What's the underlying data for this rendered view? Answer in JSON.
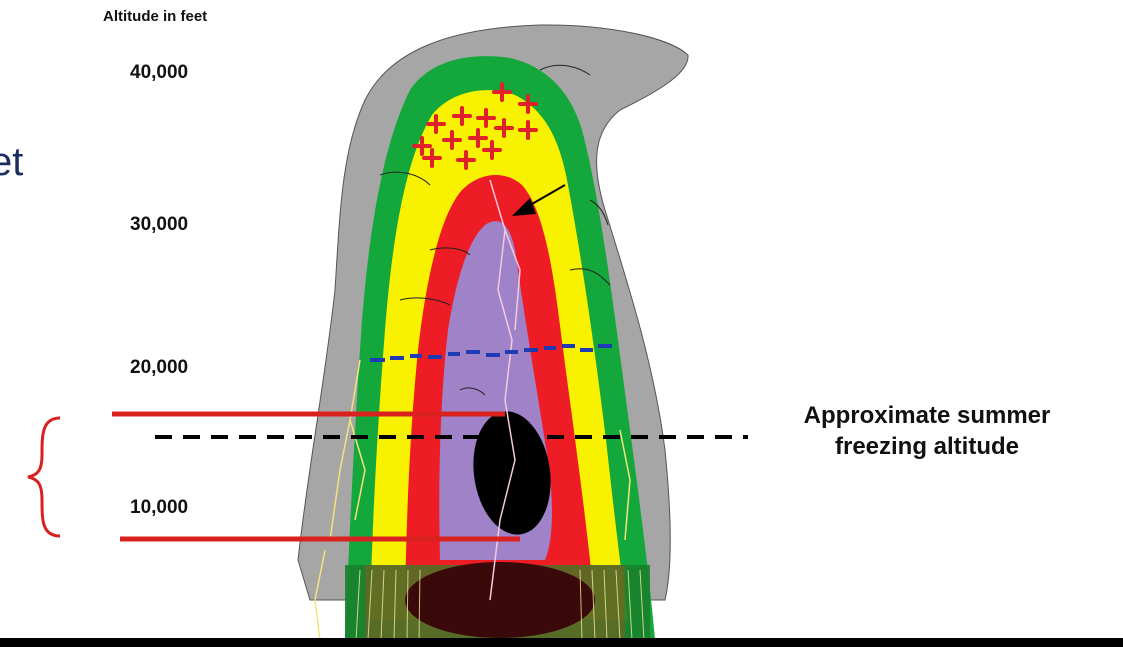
{
  "axis": {
    "title": "Altitude in feet",
    "ticks": [
      "40,000",
      "30,000",
      "20,000",
      "10,000"
    ]
  },
  "annotation": {
    "freezing_line1": "Approximate summer",
    "freezing_line2": "freezing altitude"
  },
  "partial_text": "et",
  "colors": {
    "cloud_gray": "#a6a6a6",
    "green": "#14a83c",
    "yellow": "#f8f200",
    "red": "#ee1c24",
    "purple": "#a082c8",
    "hail_core": "#000000",
    "bracket": "#d9221f",
    "charge_negative": "#1f3bb3",
    "charge_positive": "#e0202a",
    "lightning": "#f2e37a",
    "partial_text": "#1d2d5e"
  }
}
